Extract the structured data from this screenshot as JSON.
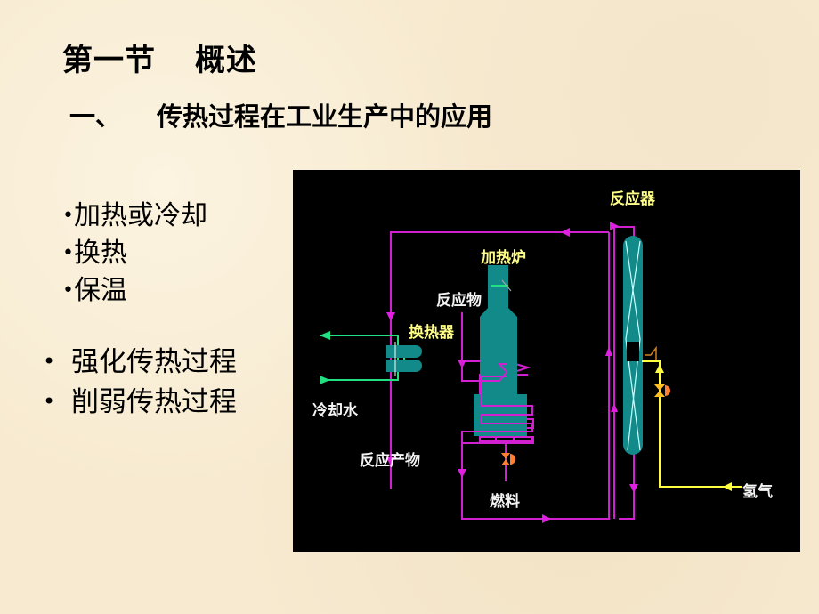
{
  "slide": {
    "title": {
      "part1": "第一节",
      "part2": "概述"
    },
    "subtitle": {
      "num": "一、",
      "text": "传热过程在工业生产中的应用"
    },
    "applications": [
      "加热或冷却",
      "换热",
      "保温"
    ],
    "processes": [
      "强化传热过程",
      "削弱传热过程"
    ],
    "bullet": "•"
  },
  "diagram": {
    "labels": {
      "reactor": "反应器",
      "furnace": "加热炉",
      "reactant": "反应物",
      "heat_exchanger": "换热器",
      "cooling_water": "冷却水",
      "reaction_product": "反应产物",
      "fuel": "燃料",
      "hydrogen": "氢气"
    },
    "colors": {
      "background": "#000000",
      "equipment": "#138a8a",
      "process_line": "#e020e0",
      "water_line": "#20e080",
      "hydrogen_line": "#ffff40",
      "valve": "#ff8030"
    }
  }
}
